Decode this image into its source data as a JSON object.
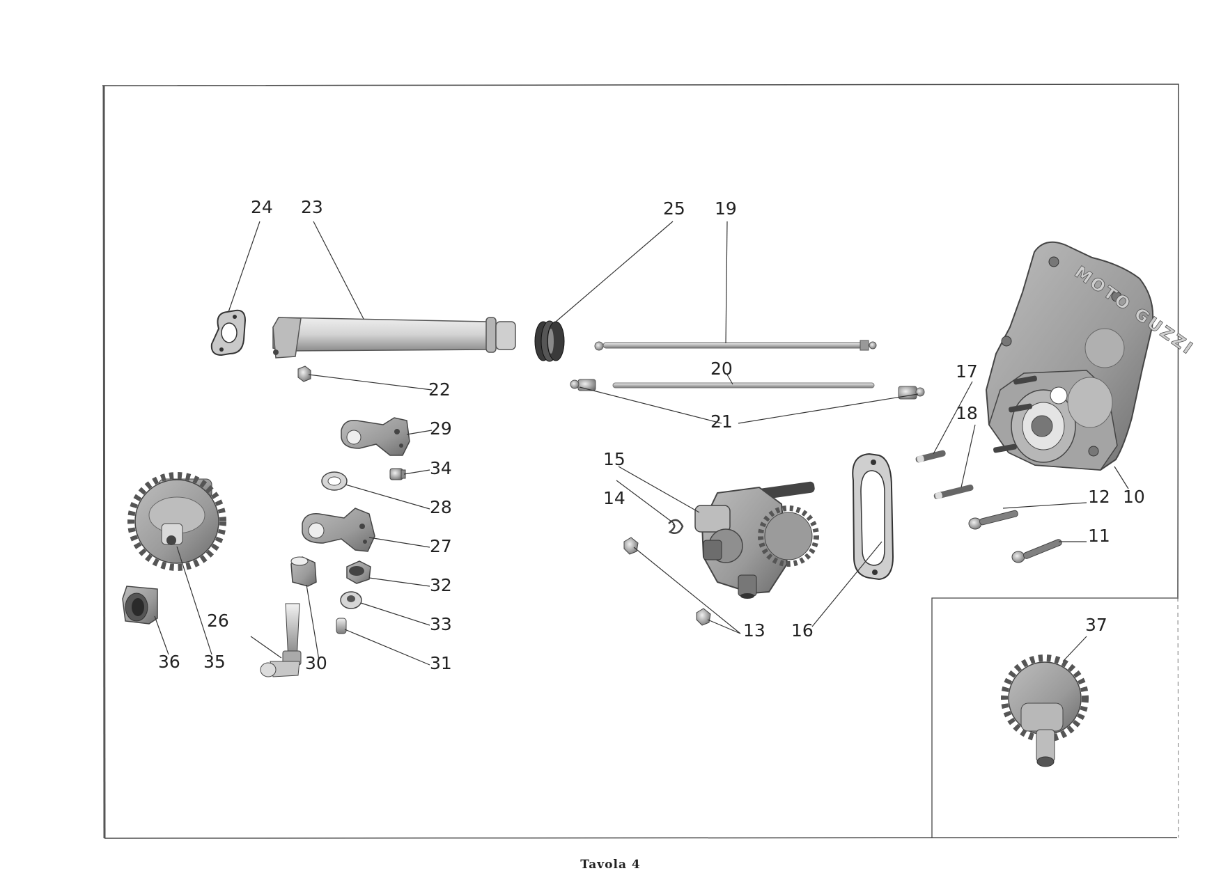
{
  "caption": "Tavola 4",
  "brand_cast_text": "MOTO GUZZI",
  "colors": {
    "metal_light": "#d9d9d9",
    "metal_mid": "#a9a9a9",
    "metal_dark": "#5c5c5c",
    "ink": "#222222"
  },
  "callouts": {
    "n10": "10",
    "n11": "11",
    "n12": "12",
    "n13": "13",
    "n14": "14",
    "n15": "15",
    "n16": "16",
    "n17": "17",
    "n18": "18",
    "n19": "19",
    "n20": "20",
    "n21": "21",
    "n22": "22",
    "n23": "23",
    "n24": "24",
    "n25": "25",
    "n26": "26",
    "n27": "27",
    "n28": "28",
    "n29": "29",
    "n30": "30",
    "n31": "31",
    "n32": "32",
    "n33": "33",
    "n34": "34",
    "n35": "35",
    "n36": "36",
    "n37": "37"
  }
}
